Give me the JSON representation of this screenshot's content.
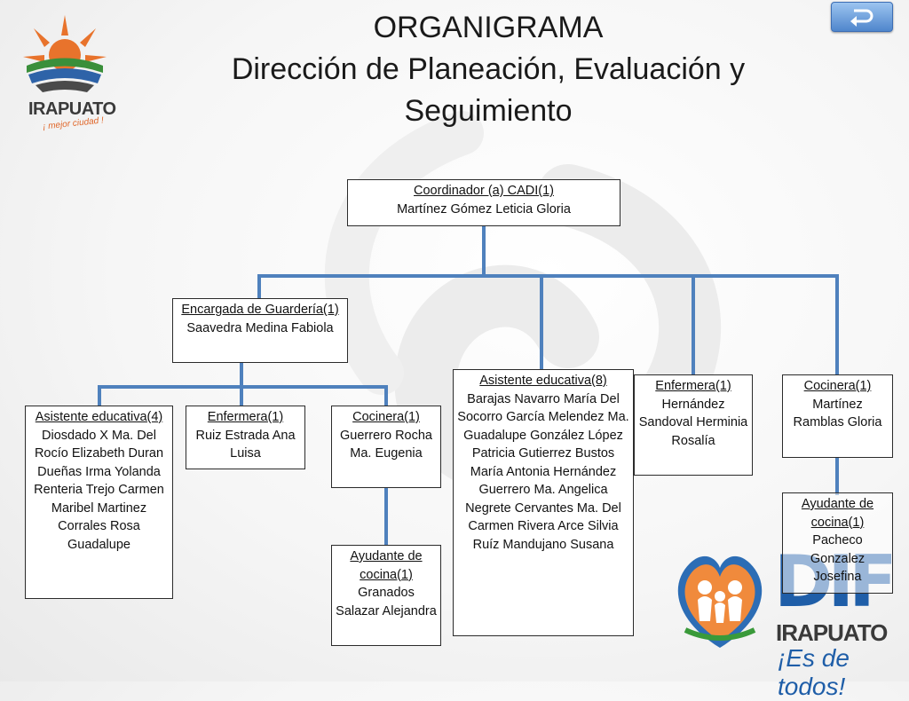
{
  "header": {
    "title_line1": "ORGANIGRAMA",
    "title_line2": "Dirección de Planeación, Evaluación y",
    "title_line3": "Seguimiento",
    "back_button_icon": "return-arrow-icon"
  },
  "logos": {
    "left_brand": "IRAPUATO",
    "left_slogan": "¡ mejor ciudad !",
    "right_brand": "DIF",
    "right_sub": "IRAPUATO",
    "right_slogan": "¡Es de todos!"
  },
  "colors": {
    "connector": "#4f81bd",
    "button_accent": "#4f86cc",
    "logo_orange": "#e0672a",
    "logo_blue": "#1f5ea8"
  },
  "org": {
    "coordinator": {
      "role": "Coordinador (a) CADI(1)",
      "names": "Martínez Gómez Leticia Gloria"
    },
    "guarderia": {
      "role": "Encargada de Guardería(1)",
      "names": "Saavedra  Medina Fabiola"
    },
    "asistente4": {
      "role": "Asistente educativa(4)",
      "names": "Diosdado X Ma. Del Rocío Elizabeth Duran Dueñas Irma Yolanda Renteria Trejo Carmen Maribel Martinez Corrales Rosa Guadalupe"
    },
    "enfermera_a": {
      "role": "Enfermera(1)",
      "names": "Ruiz  Estrada Ana Luisa"
    },
    "cocinera_a": {
      "role": "Cocinera(1)",
      "names": "Guerrero Rocha Ma. Eugenia"
    },
    "ayudante_a": {
      "role": "Ayudante de cocina(1)",
      "names": "Granados Salazar Alejandra"
    },
    "asistente8": {
      "role": "Asistente educativa(8)",
      "names": "Barajas Navarro María Del Socorro García Melendez Ma. Guadalupe González López Patricia Gutierrez Bustos María Antonia Hernández Guerrero Ma. Angelica Negrete Cervantes Ma. Del Carmen Rivera Arce Silvia Ruíz Mandujano Susana"
    },
    "enfermera_b": {
      "role": "Enfermera(1)",
      "names": "Hernández Sandoval Herminia Rosalía"
    },
    "cocinera_b": {
      "role": "Cocinera(1)",
      "names": "Martínez Ramblas Gloria"
    },
    "ayudante_b": {
      "role": "Ayudante de cocina(1)",
      "names": "Pacheco Gonzalez Josefina"
    }
  }
}
